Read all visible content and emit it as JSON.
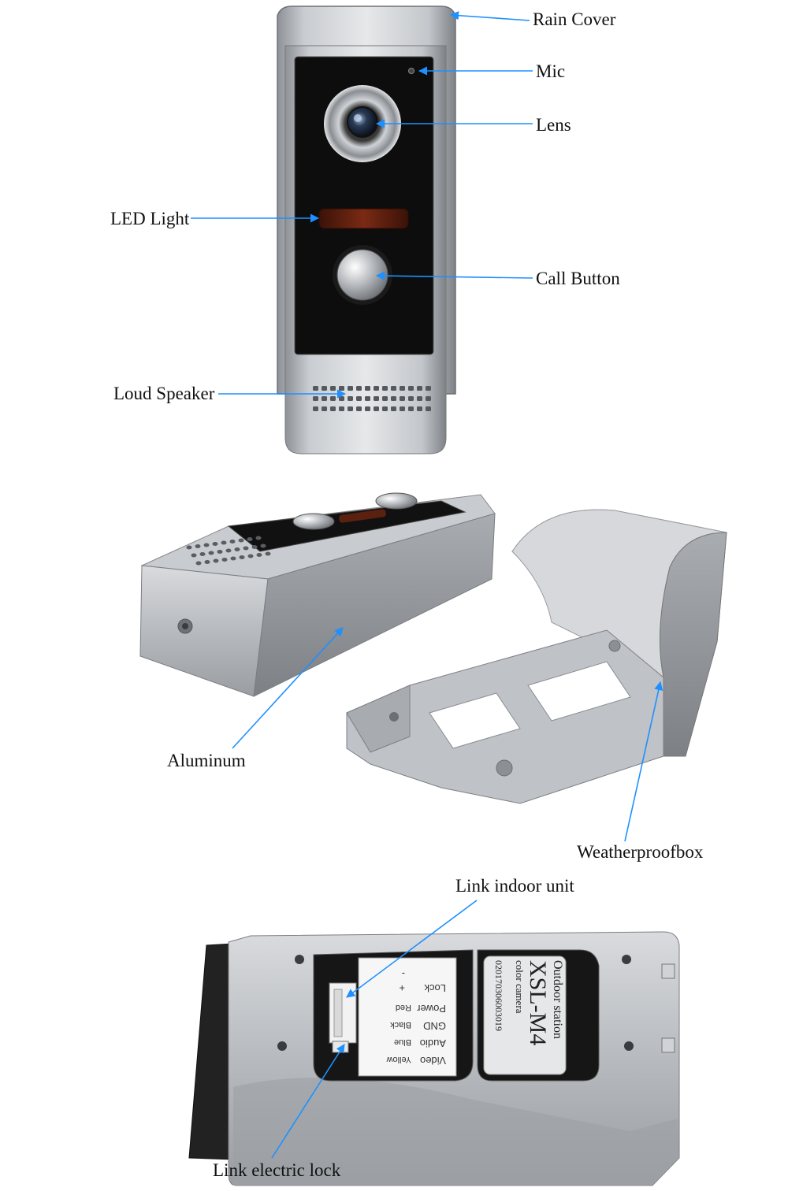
{
  "labels": {
    "rain_cover": "Rain Cover",
    "mic": "Mic",
    "lens": "Lens",
    "led_light": "LED Light",
    "call_button": "Call Button",
    "loud_speaker": "Loud Speaker",
    "aluminum": "Aluminum",
    "weatherproofbox": "Weatherproofbox",
    "link_indoor_unit": "Link indoor unit",
    "link_electric_lock": "Link electric lock"
  },
  "terminal_block": {
    "video": "Video",
    "video_color": "Yellow",
    "audio": "Audio",
    "audio_color": "Blue",
    "gnd": "GND",
    "gnd_color": "Black",
    "power": "Power",
    "power_color": "Red",
    "lock": "Lock",
    "lock_plus": "+",
    "lock_minus": "-"
  },
  "product_sticker": {
    "line1": "Outdoor station",
    "model": "XSL-M4",
    "line2": "color camera",
    "serial": "020170306003019"
  },
  "colors": {
    "arrow": "#1e90ff",
    "silver": "#b9bcc0",
    "panel": "#0d0d0d"
  }
}
